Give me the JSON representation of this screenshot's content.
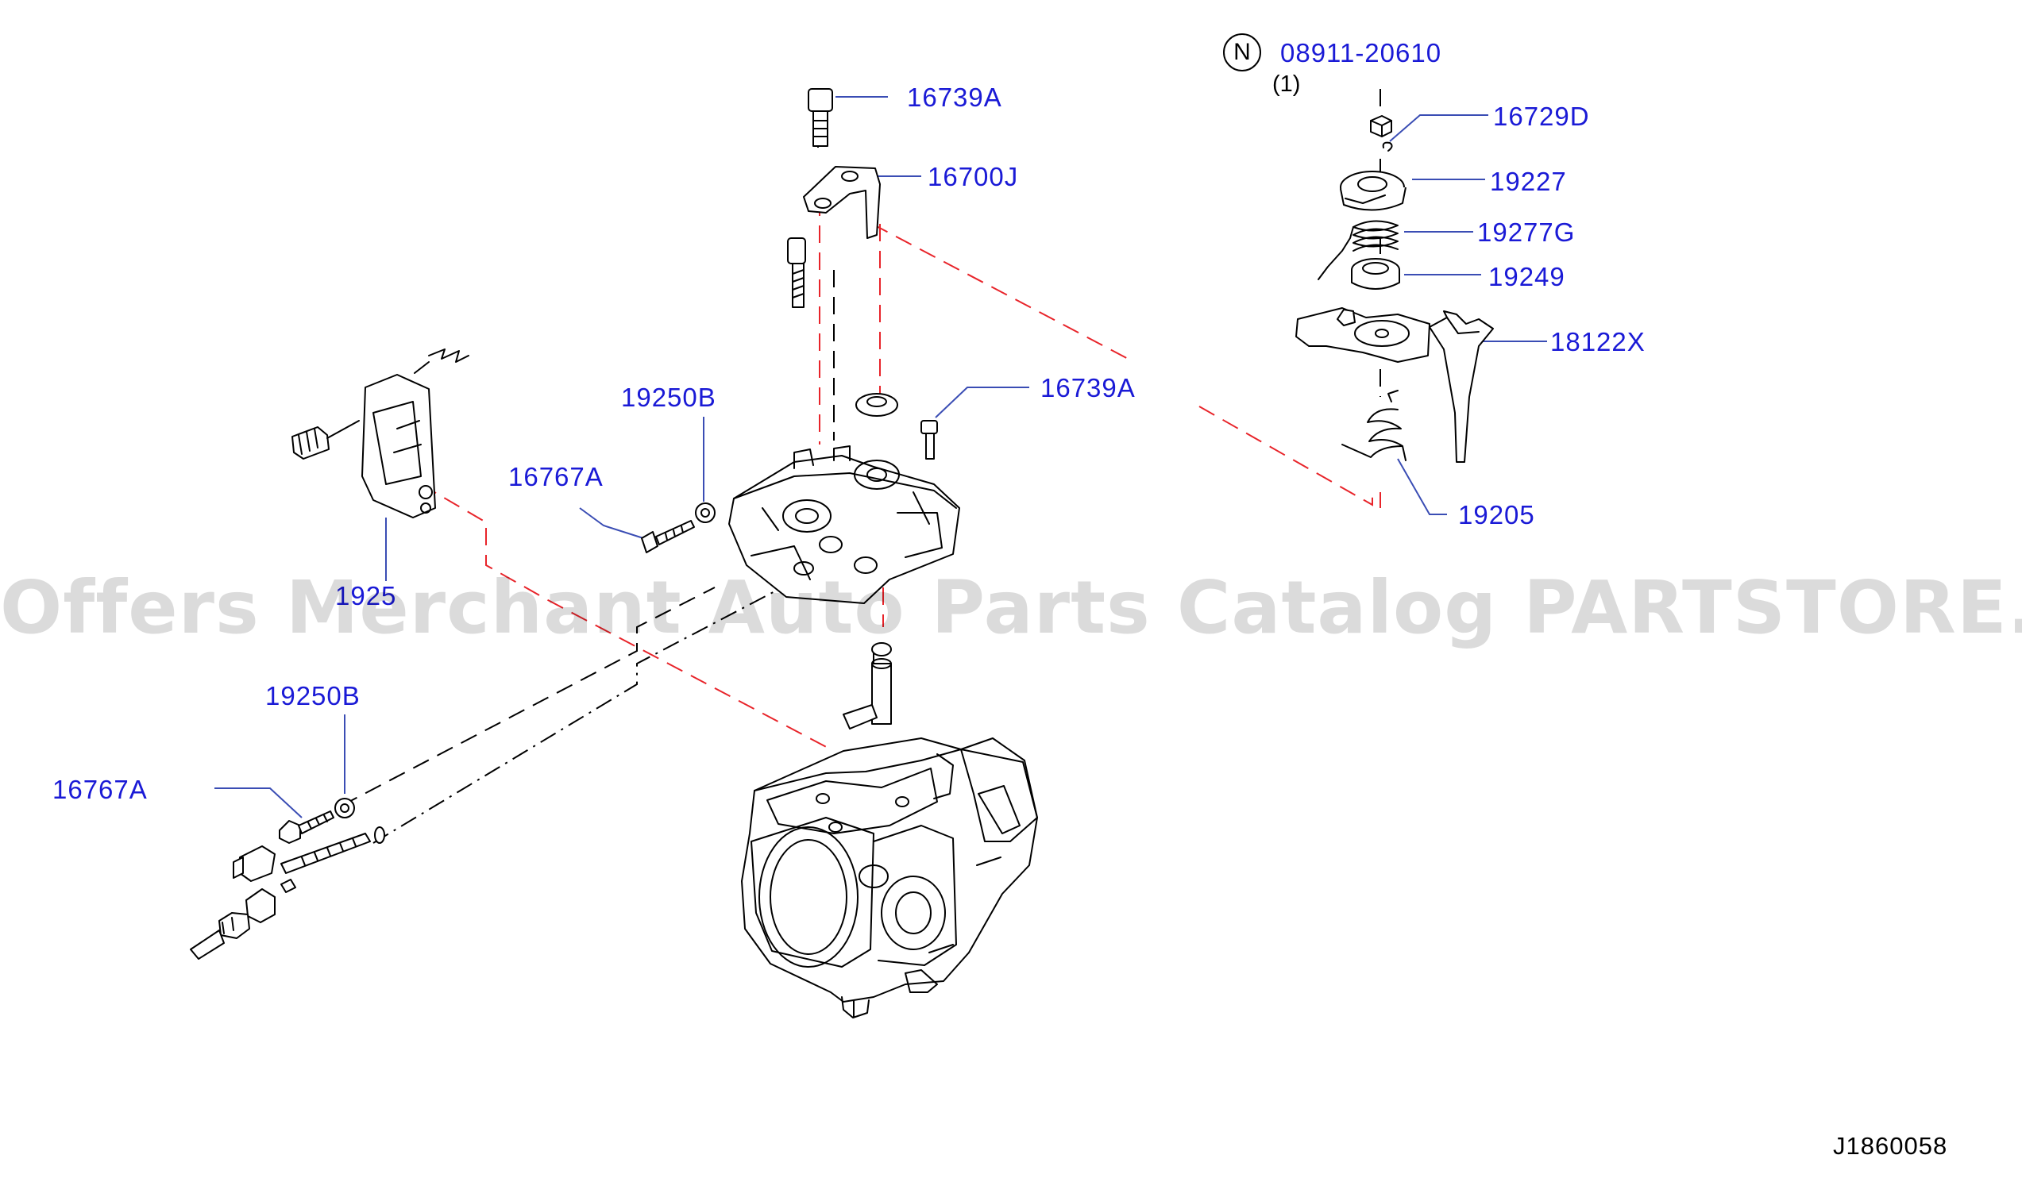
{
  "colors": {
    "label": "#1a1ad6",
    "leader": "#3a4db4",
    "red_dash": "#e8242a",
    "line": "#000000"
  },
  "labels": {
    "l16739A_top": "16739A",
    "l16700J": "16700J",
    "l19250B_mid": "19250B",
    "l16739A_mid": "16739A",
    "l16767A_mid": "16767A",
    "l1925_partial": "1925",
    "l19250B_low": "19250B",
    "l16767A_low": "16767A",
    "l08911": "08911-20610",
    "l16729D": "16729D",
    "l19227": "19227",
    "l19277G": "19277G",
    "l19249": "19249",
    "l18122X": "18122X",
    "l19205": "19205"
  },
  "new_part_symbol": "N",
  "quantity_note": "(1)",
  "watermark": "Offers Merchant Auto Parts Catalog PARTSTORE.SA",
  "diagram_code": "J1860058"
}
